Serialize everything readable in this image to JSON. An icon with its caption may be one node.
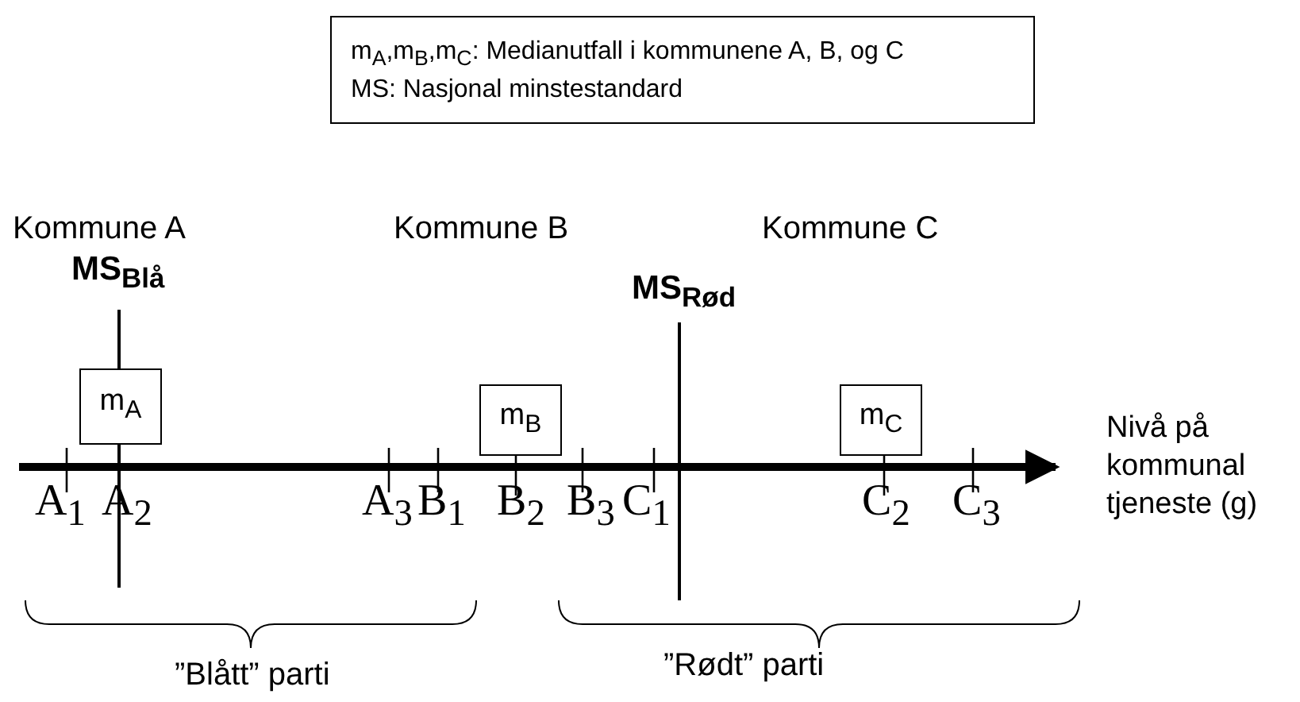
{
  "diagram": {
    "nodes": [
      {
        "text": [
          "m$_{A}$,m$_{B}$,m$_{C}$: Medianutfall i kommunene A, B, og C",
          "MS: Nasjonal minstestandard"
        ]
      },
      {
        "text": [
          "m$_{A}$"
        ]
      },
      {
        "text": [
          "m$_{B}$"
        ]
      },
      {
        "text": [
          "m$_{C}$"
        ]
      }
    ],
    "edges": [],
    "labels": [
      "Kommune A",
      "Kommune B",
      "Kommune C",
      "MS$_{Blå}$",
      "MS$_{Rød}$",
      "Nivå på kommunal tjeneste (g)",
      "A$_{1}$",
      "A$_{2}$",
      "A$_{3}$",
      "B$_{1}$",
      "B$_{2}$",
      "B$_{3}$",
      "C$_{1}$",
      "C$_{2}$",
      "C$_{3}$",
      "”Blått” parti",
      "”Rødt” parti"
    ]
  }
}
